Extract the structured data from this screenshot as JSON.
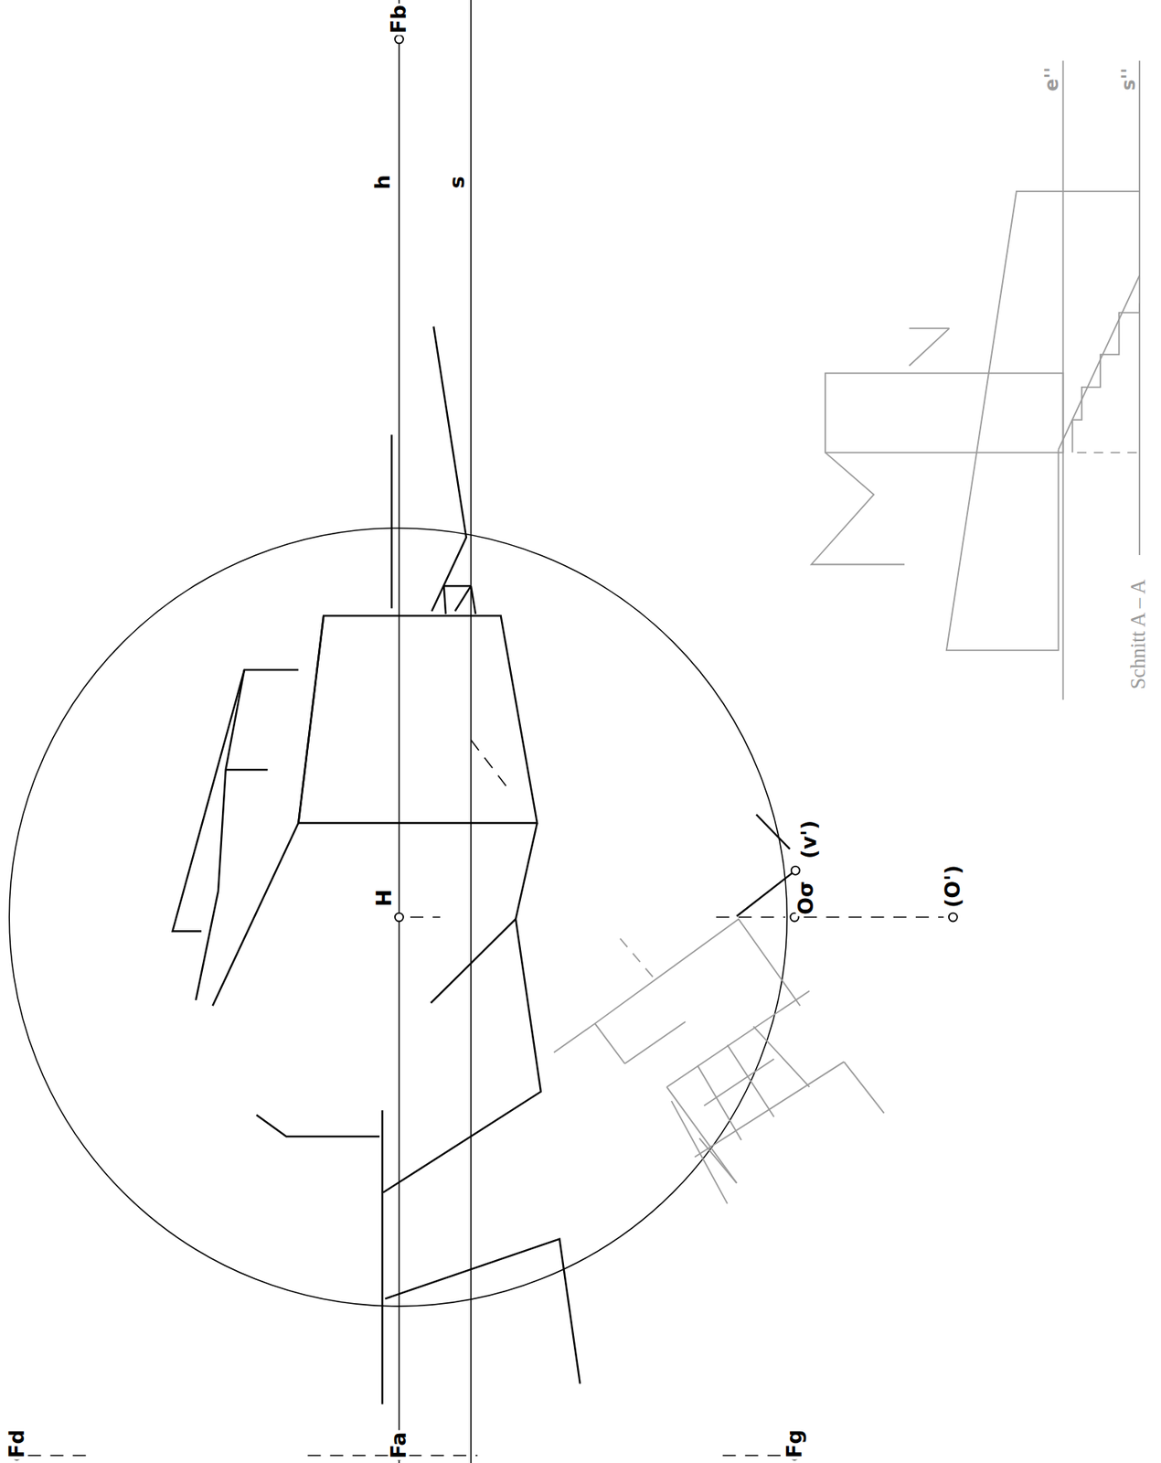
{
  "diagram": {
    "labels": [
      "Fd",
      "Fa",
      "Fg",
      "Fb",
      "h",
      "s",
      "H",
      "(v')",
      "Oσ",
      "(O')",
      "e''",
      "s''",
      "Schnitt A – A"
    ]
  }
}
